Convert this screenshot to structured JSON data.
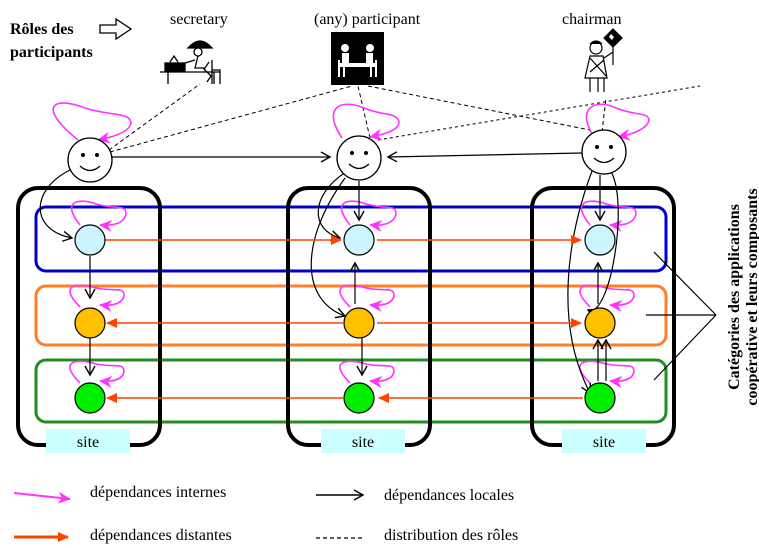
{
  "header": {
    "roles_title_line1": "Rôles des",
    "roles_title_line2": "participants",
    "arrow_icon": "hollow-right-arrow-icon"
  },
  "roles": [
    {
      "label": "secretary",
      "icon": "secretary-at-desk-icon"
    },
    {
      "label": "(any) participant",
      "icon": "meeting-participants-icon"
    },
    {
      "label": "chairman",
      "icon": "chairman-with-stop-sign-icon"
    }
  ],
  "sites": [
    {
      "label": "site"
    },
    {
      "label": "site"
    },
    {
      "label": "site"
    }
  ],
  "side_label": {
    "line1": "Catégories des applications",
    "line2": "coopérative et leurs composants"
  },
  "legend": {
    "internal": "dépendances internes",
    "local": "dépendances locales",
    "remote": "dépendances distantes",
    "roles": "distribution des rôles"
  },
  "colors": {
    "internal": "#ff33ff",
    "remote": "#ff4400",
    "layer_blue": "#0000cc",
    "layer_orange": "#ff7f27",
    "layer_green": "#228b22",
    "node_cyan": "#ccf5ff",
    "node_orange": "#ffc000",
    "node_green": "#00ee00",
    "site_label_bg": "#ccffff"
  }
}
